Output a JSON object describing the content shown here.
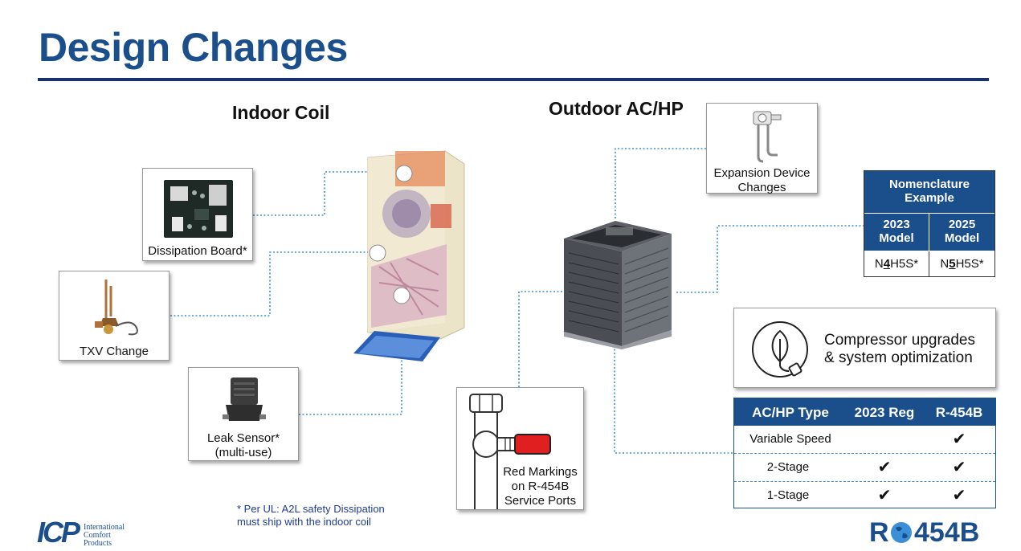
{
  "slide": {
    "title": "Design Changes",
    "indoor_heading": "Indoor Coil",
    "outdoor_heading": "Outdoor AC/HP"
  },
  "callouts": {
    "dissipation_board": "Dissipation Board*",
    "txv_change": "TXV Change",
    "leak_sensor_line1": "Leak Sensor*",
    "leak_sensor_line2": "(multi-use)",
    "expansion_line1": "Expansion Device",
    "expansion_line2": "Changes",
    "red_markings_line1": "Red Markings",
    "red_markings_line2": "on R-454B",
    "red_markings_line3": "Service Ports"
  },
  "nomenclature": {
    "title_line1": "Nomenclature",
    "title_line2": "Example",
    "col1_line1": "2023",
    "col1_line2": "Model",
    "col2_line1": "2025",
    "col2_line2": "Model",
    "model_2023_prefix": "N",
    "model_2023_digit": "4",
    "model_2023_suffix": "H5S*",
    "model_2025_prefix": "N",
    "model_2025_digit": "5",
    "model_2025_suffix": "H5S*"
  },
  "compressor": {
    "line1": "Compressor upgrades",
    "line2": "& system optimization",
    "icon": "leaf-plug-icon"
  },
  "matrix": {
    "headers": [
      "AC/HP Type",
      "2023 Reg",
      "R-454B"
    ],
    "rows": [
      {
        "type": "Variable Speed",
        "reg2023": "",
        "r454b": "✔"
      },
      {
        "type": "2-Stage",
        "reg2023": "✔",
        "r454b": "✔"
      },
      {
        "type": "1-Stage",
        "reg2023": "✔",
        "r454b": "✔"
      }
    ]
  },
  "footnote": {
    "line1": "* Per UL: A2L safety Dissipation",
    "line2": "must ship with the indoor coil"
  },
  "logos": {
    "icp_mark": "ICP",
    "icp_line1": "International",
    "icp_line2": "Comfort",
    "icp_line3": "Products",
    "r454b_left": "R",
    "r454b_right": "454B"
  },
  "colors": {
    "brand_blue": "#1b4f8c",
    "rule_navy": "#16307a",
    "leader_blue": "#3a8fd6",
    "service_red": "#e02020"
  }
}
